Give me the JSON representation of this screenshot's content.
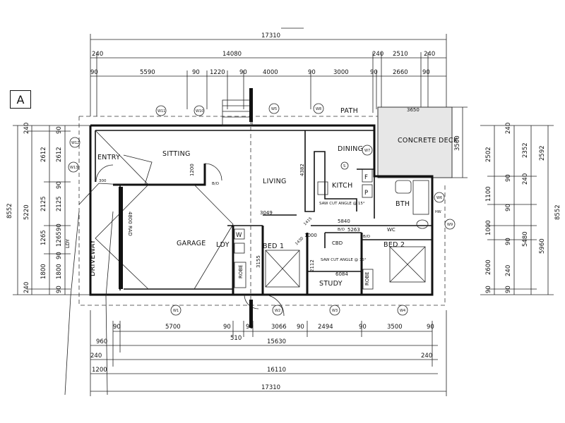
{
  "section_marker": "A",
  "rooms": {
    "entry": "ENTRY",
    "sitting": "SITTING",
    "living": "LIVING",
    "dining": "DINING",
    "kitch": "KITCH",
    "bth": "BTH",
    "garage": "GARAGE",
    "ldy": "LDY",
    "bed1": "BED 1",
    "bed2": "BED 2",
    "study": "STUDY",
    "cbd": "CBD",
    "robe": "ROBE",
    "path": "PATH",
    "concrete_deck": "CONCRETE DECK",
    "driveway": "DRIVEWAY",
    "ldy_ext": "LDY",
    "roller_door": "4800 RAD"
  },
  "fixtures": {
    "fridge": "F",
    "pantry": "P",
    "washer": "W",
    "wc": "WC",
    "hw": "HW",
    "stove": "S"
  },
  "notes": {
    "saw_cut_1": "SAW CUT ANGLE @ 15°",
    "saw_cut_2": "SAW CUT ANGLE @ 15°",
    "b_left": "B/O",
    "b_mid": "B/O",
    "b_right": "B/O",
    "x300": "300"
  },
  "window_tags": [
    "W11",
    "W10",
    "W5",
    "W8",
    "W7",
    "W6",
    "W4",
    "W9",
    "W3",
    "W2",
    "W1",
    "W12",
    "W13"
  ],
  "top_dims": {
    "overall": "17310",
    "row2": [
      "240",
      "14080",
      "240",
      "2510",
      "240"
    ],
    "row3": [
      "90",
      "5590",
      "90",
      "1220",
      "90",
      "4000",
      "90",
      "3000",
      "90",
      "2660",
      "90"
    ]
  },
  "bottom_dims": {
    "row1": [
      "90",
      "5700",
      "90",
      "510",
      "90",
      "3066",
      "90",
      "2494",
      "90",
      "3500",
      "90"
    ],
    "row2": [
      "960",
      "15630"
    ],
    "row3": [
      "240",
      "240"
    ],
    "row4": [
      "1200",
      "16110"
    ],
    "overall": "17310"
  },
  "left_dims": {
    "overall": "8552",
    "col2": [
      "240",
      "5220",
      "240"
    ],
    "col3": [
      "2612",
      "2125",
      "1265",
      "1800"
    ],
    "col4": [
      "90",
      "2612",
      "90",
      "2125",
      "90",
      "1265",
      "90",
      "1800",
      "90"
    ]
  },
  "right_dims": {
    "overall": "8552",
    "col2": [
      "2592",
      "5960"
    ],
    "col3": [
      "2352",
      "240",
      "5480"
    ],
    "col4": [
      "2502",
      "1100",
      "1000",
      "2600",
      "90"
    ],
    "col5": [
      "240",
      "90",
      "90",
      "90",
      "240",
      "90"
    ],
    "deck": "3500"
  },
  "interior_dims": {
    "deck_width": "3650",
    "d3049": "3049",
    "d5840": "5840",
    "d5263": "5263",
    "d6084": "6084",
    "d2112": "2112",
    "d3155": "3155",
    "d1000": "1000",
    "d1200": "1200",
    "d4382": "4382",
    "d1415": "1415",
    "d1430": "1430"
  }
}
